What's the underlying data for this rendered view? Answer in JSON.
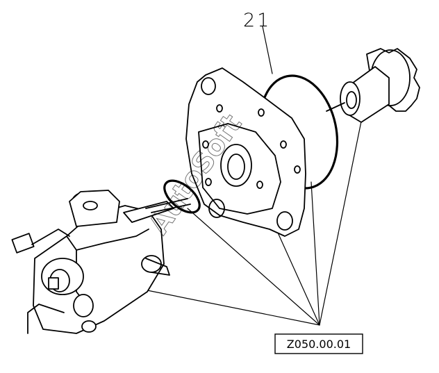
{
  "callout": {
    "number": "21"
  },
  "reference": {
    "code": "Z050.00.01"
  },
  "watermark": {
    "text": "AutoSoft"
  },
  "colors": {
    "ink": "#000000",
    "background": "#ffffff"
  }
}
